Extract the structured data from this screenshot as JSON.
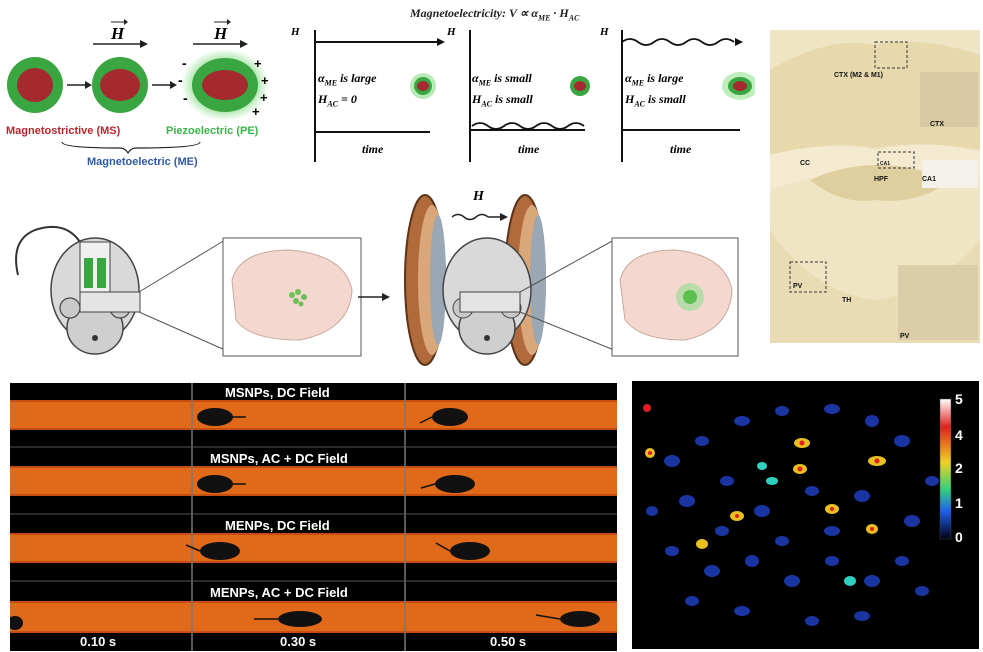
{
  "schematic": {
    "ms_label": "Magnetostrictive (MS)",
    "pe_label": "Piezoelectric (PE)",
    "me_label": "Magnetoelectric (ME)",
    "field_symbol": "H",
    "equation": "Magnetoelectricity: V ∝ α",
    "equation_sub1": "ME",
    "equation_mid": " · H",
    "equation_sub2": "AC",
    "plots": [
      {
        "line1": "α",
        "line1_sub": "ME",
        "line1_rest": " is large",
        "line2": "H",
        "line2_sub": "AC",
        "line2_rest": " = 0",
        "xlabel": "time",
        "ylabel": "H"
      },
      {
        "line1": "α",
        "line1_sub": "ME",
        "line1_rest": " is small",
        "line2": "H",
        "line2_sub": "AC",
        "line2_rest": " is small",
        "xlabel": "time",
        "ylabel": "H"
      },
      {
        "line1": "α",
        "line1_sub": "ME",
        "line1_rest": " is large",
        "line2": "H",
        "line2_sub": "AC",
        "line2_rest": " is small",
        "xlabel": "time",
        "ylabel": "H"
      }
    ]
  },
  "histology": {
    "labels": [
      "CTX (M2 & M1)",
      "CTX",
      "CC",
      "CA1",
      "HPF",
      "CA1",
      "PV",
      "TH",
      "PV"
    ]
  },
  "tracking": {
    "rows": [
      "MSNPs, DC Field",
      "MSNPs, AC + DC Field",
      "MENPs, DC Field",
      "MENPs, AC + DC Field"
    ],
    "times": [
      "0.10 s",
      "0.30 s",
      "0.50 s"
    ]
  },
  "heatmap": {
    "ticks": [
      "5",
      "4",
      "2",
      "1",
      "0"
    ]
  },
  "colors": {
    "ms_red": "#b8262d",
    "pe_green": "#3cb54a",
    "me_blue": "#2f5aa5",
    "track_orange": "#e06a1a",
    "histo_beige": "#efe4c3"
  }
}
